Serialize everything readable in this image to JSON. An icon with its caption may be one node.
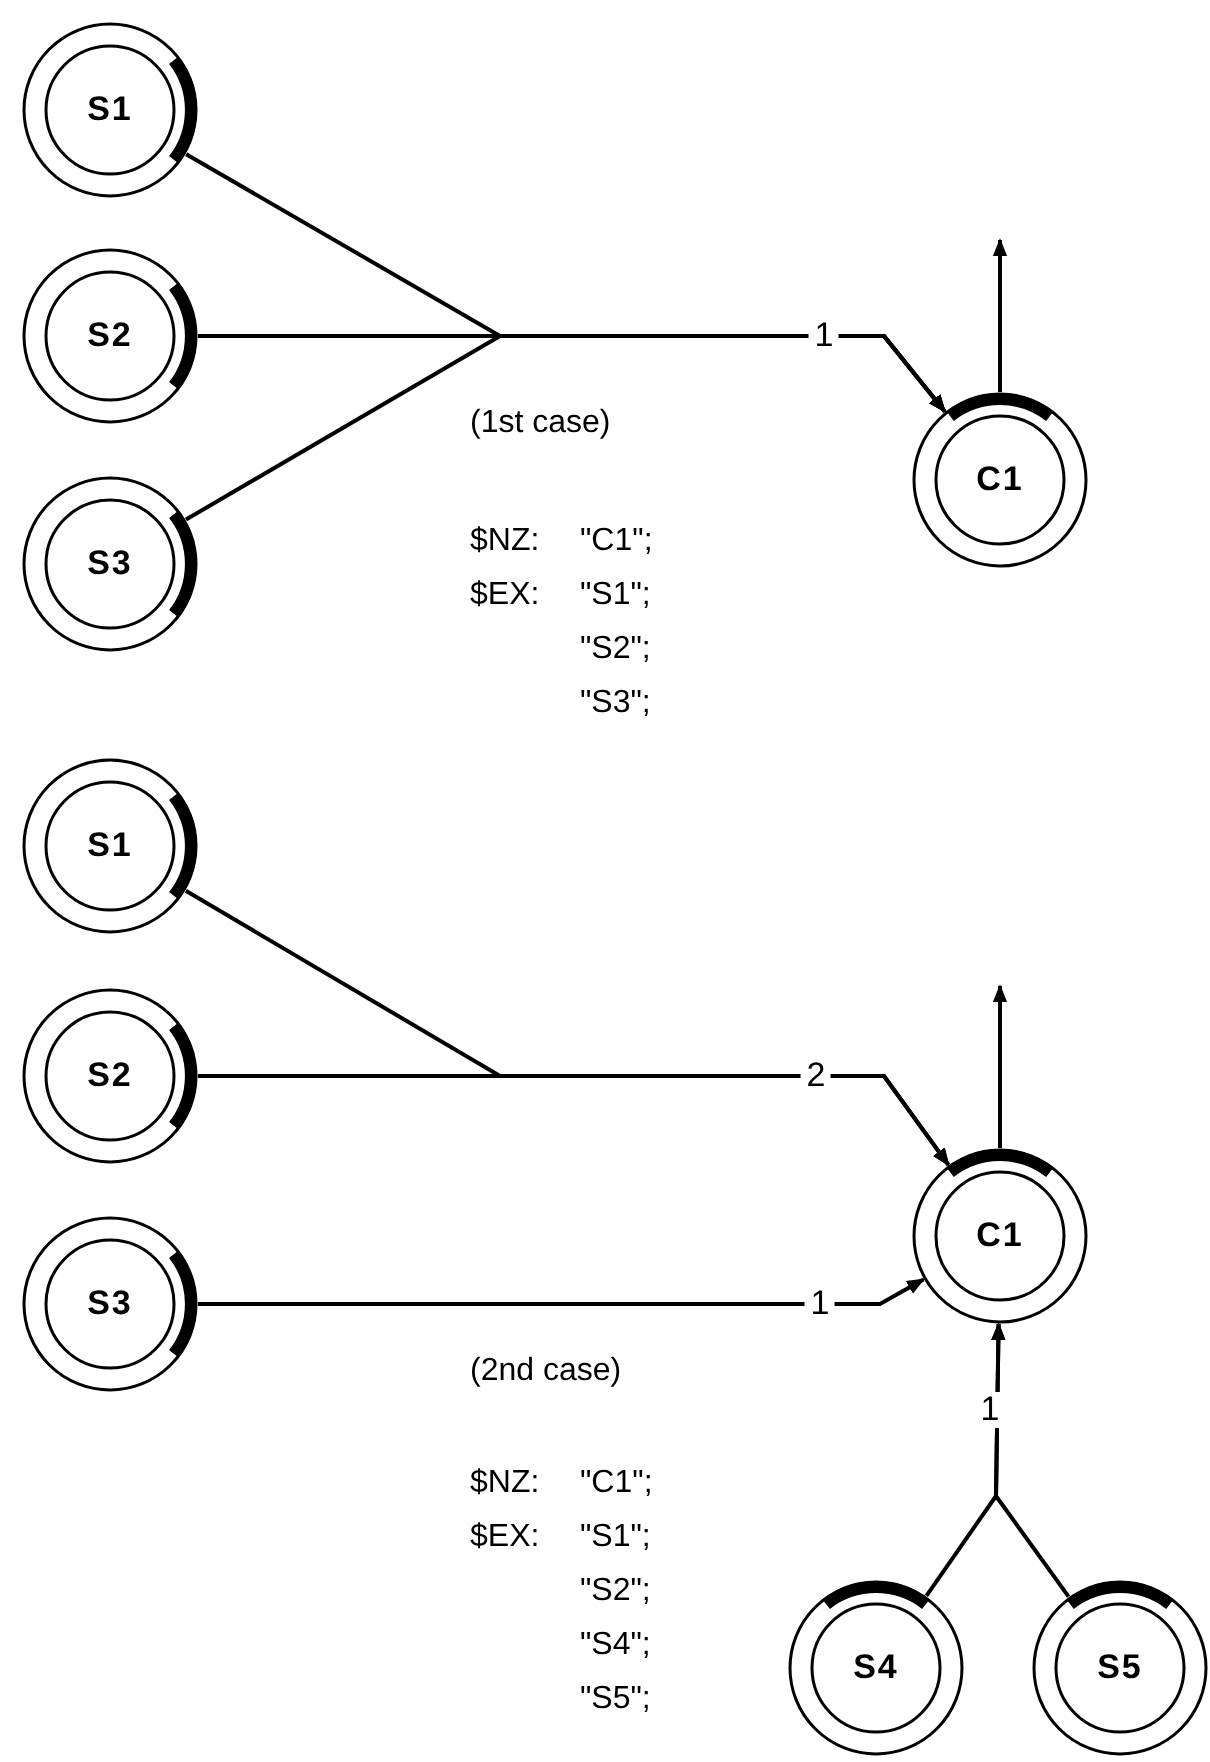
{
  "diagram": {
    "nodes": [
      {
        "text": [
          "S1"
        ]
      },
      {
        "text": [
          "S2"
        ]
      },
      {
        "text": [
          "S3"
        ]
      },
      {
        "text": [
          "C1"
        ]
      },
      {
        "text": [
          "S1"
        ]
      },
      {
        "text": [
          "S2"
        ]
      },
      {
        "text": [
          "S3"
        ]
      },
      {
        "text": [
          "C1"
        ]
      },
      {
        "text": [
          "S4"
        ]
      },
      {
        "text": [
          "S5"
        ]
      }
    ],
    "edges": [
      {
        "from": 0,
        "to": 3,
        "arrow": "to"
      },
      {
        "from": 1,
        "to": 3,
        "arrow": "to",
        "label": "1"
      },
      {
        "from": 2,
        "to": 3,
        "arrow": "to"
      },
      {
        "from": 3,
        "to": null,
        "arrow": "to"
      },
      {
        "from": 4,
        "to": 7,
        "arrow": "to"
      },
      {
        "from": 5,
        "to": 7,
        "arrow": "to",
        "label": "2"
      },
      {
        "from": 6,
        "to": 7,
        "arrow": "to",
        "label": "1"
      },
      {
        "from": 8,
        "to": 7,
        "arrow": "to",
        "label": "1"
      },
      {
        "from": 9,
        "to": 7,
        "arrow": "to"
      },
      {
        "from": 7,
        "to": null,
        "arrow": "to"
      }
    ],
    "labels": [
      "(1st case)",
      "$NZ:",
      "\"C1\";",
      "$EX:",
      "\"S1\";",
      "\"S2\";",
      "\"S3\";",
      "(2nd case)",
      "$NZ:",
      "\"C1\";",
      "$EX:",
      "\"S1\";",
      "\"S2\";",
      "\"S4\";",
      "\"S5\";"
    ]
  }
}
